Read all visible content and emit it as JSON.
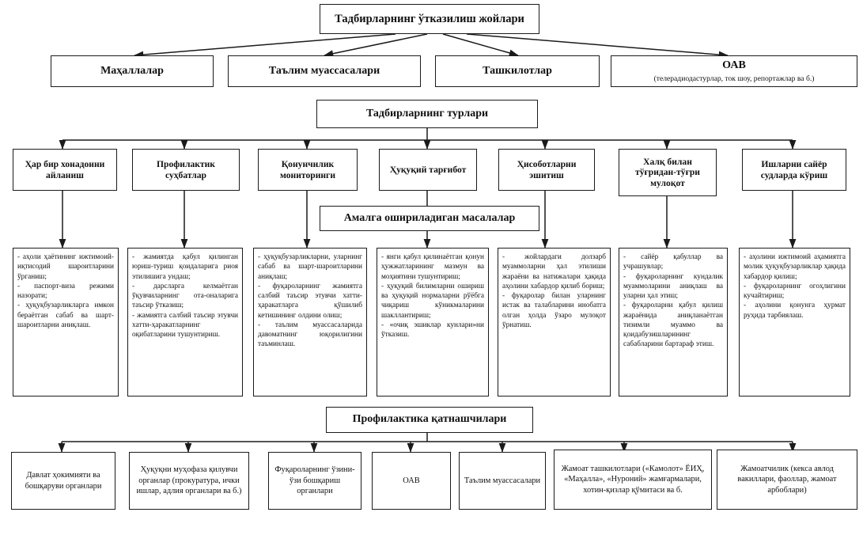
{
  "diagram": {
    "title": "Тадбирларнинг ўтказилиш жойлари",
    "venues_label": "Тадбирларнинг ўтказилиш жойлари",
    "venues": [
      {
        "label": "Маҳаллалар",
        "note": ""
      },
      {
        "label": "Таълим муассасалари",
        "note": ""
      },
      {
        "label": "Ташкилотлар",
        "note": ""
      },
      {
        "label": "ОАВ",
        "note": "(телерадиодастурлар, ток шоу, репортажлар ва б.)"
      }
    ],
    "types_header": "Тадбирларнинг турлари",
    "types": [
      "Ҳар бир хонадонни айланиш",
      "Профилактик суҳбатлар",
      "Қонунчилик мониторинги",
      "Ҳуқуқий тарғибот",
      "Ҳисоботларни эшитиш",
      "Халқ билан тўғридан-тўғри мулоқот",
      "Ишларни сайёр судларда кўриш"
    ],
    "tasks_header": "Амалга ошириладиган масалалар",
    "tasks": [
      "-  аҳоли ҳаётининг ижтимоий-иқтисодий шароитларини ўрганиш;\n- паспорт-виза режими назорати;\n-  ҳуқуқбузарликларга имкон бераётган сабаб ва шарт-шароитларни аниқлаш.",
      "- жамиятда қабул қилинган юриш-туриш қоидаларига риоя этилишига ундаш;\n-  дарсларга келмаётган ўқувчиларнинг ота-оналарига таъсир ўтказиш;\n- жамиятга салбий таъсир этувчи хатти-ҳаракатларнинг оқибатларини тушунтириш.",
      "-  ҳуқуқбузарликларни, уларнинг сабаб ва шарт-шароитларини аниқлаш;\n- фуқароларнинг жамиятга салбий таъсир этувчи хатти-ҳаракатларга қўшилиб кетишининг олдини олиш;\n- таълим муассасаларида давоматнинг юқорилигини таъминлаш.",
      "- янги қабул қилинаётган қонун ҳужжатларининг мазмун ва моҳиятини тушунтириш;\n- ҳуқуқий билимларни ошириш ва ҳуқуқий нормаларни рўёбга чиқариш кўникмаларини шакллантириш;\n-  «очиқ эшиклар кунлари»ни ўтказиш.",
      "- жойлардаги долзарб муаммоларни ҳал этилиши жараёни ва натижалари ҳақида аҳолини хабардор қилиб бориш;\n-  фуқаролар билан уларнинг истак ва талабларини инобатга олган ҳолда ўзаро мулоқот ўрнатиш.",
      "-  сайёр қабуллар ва учрашувлар;\n-  фуқароларнинг кундалик муаммоларини аниқлаш ва уларни ҳал этиш;\n-  фуқароларни қабул қилиш жараёнида аниқланаётган тизимли муаммо ва қоидабузишларининг сабабларини бартараф этиш.",
      "-  аҳолини ижтимоий аҳамиятга молик ҳуқуқбузарликлар ҳақида хабардор қилиш;\n-  фуқароларнинг огоҳлигини кучайтириш;\n-  аҳолини қонунга ҳурмат руҳида тарбиялаш."
    ],
    "participants_header": "Профилактика қатнашчилари",
    "participants": [
      "Давлат ҳокимияти ва бошқаруви органлари",
      "Ҳуқуқни муҳофаза қилувчи органлар (прокуратура, ички ишлар, адлия органлари ва б.)",
      "Фуқароларнинг ўзини-ўзи бошқариш органлари",
      "ОАВ",
      "Таълим муассасалари",
      "Жамоат ташкилотлари («Камолот» ЁИҲ, «Маҳалла», «Нуроний» жамғармалари, хотин-қизлар қўмитаси ва б.",
      "Жамоатчилик (кекса авлод вакиллари, фаоллар, жамоат арбоблари)"
    ],
    "colors": {
      "line": "#1b1b1b",
      "background": "#ffffff",
      "text": "#111111"
    }
  }
}
